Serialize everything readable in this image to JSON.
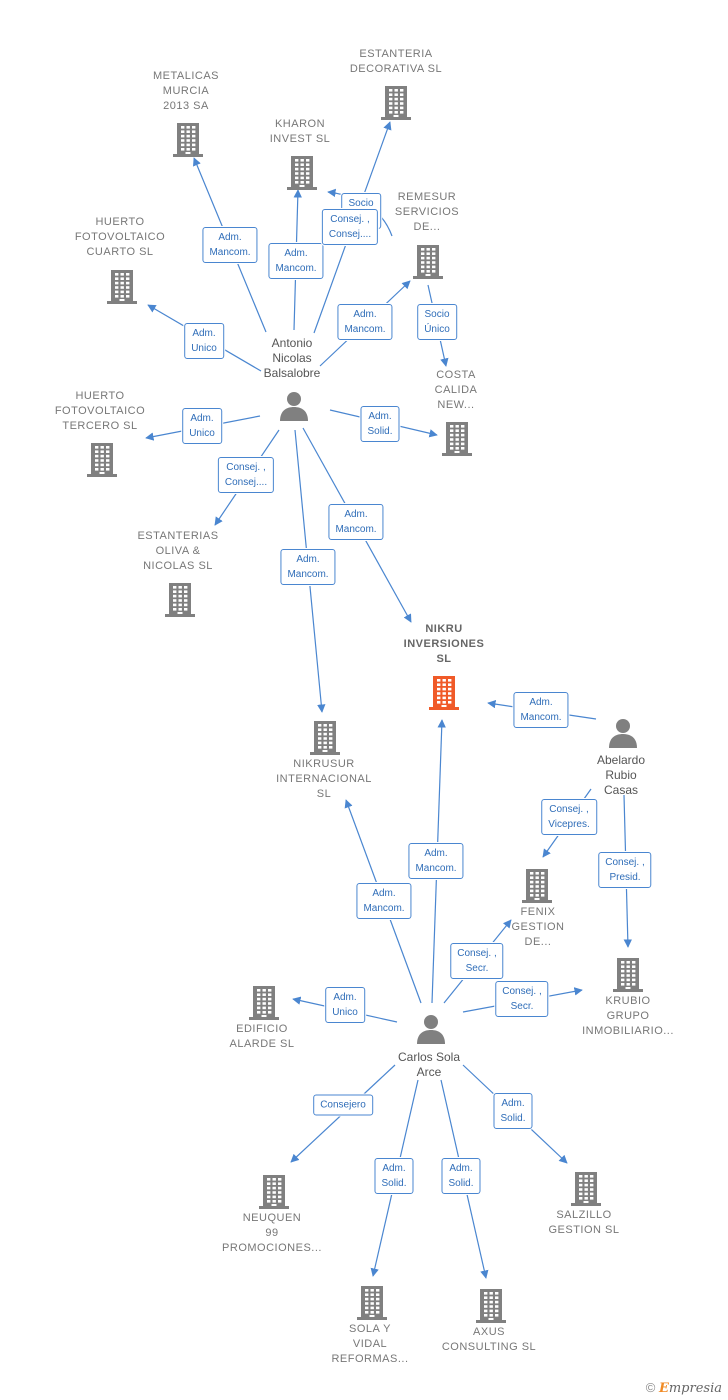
{
  "diagram": {
    "colors": {
      "edge": "#4a86d0",
      "building": "#808080",
      "building_primary": "#f05a28",
      "person": "#808080",
      "label_text": "#2f6db8"
    },
    "companies": [
      {
        "id": "estanteria-decorativa",
        "label": "ESTANTERIA\nDECORATIVA SL"
      },
      {
        "id": "metalicas-murcia",
        "label": "METALICAS\nMURCIA\n2013 SA"
      },
      {
        "id": "kharon-invest",
        "label": "KHARON\nINVEST  SL"
      },
      {
        "id": "remesur",
        "label": "REMESUR\nSERVICIOS\nDE..."
      },
      {
        "id": "huerto-cuarto",
        "label": "HUERTO\nFOTOVOLTAICO\nCUARTO  SL"
      },
      {
        "id": "costa-calida",
        "label": "COSTA\nCALIDA\nNEW..."
      },
      {
        "id": "huerto-tercero",
        "label": "HUERTO\nFOTOVOLTAICO\nTERCERO  SL"
      },
      {
        "id": "estanterias-oliva",
        "label": "ESTANTERIAS\nOLIVA &\nNICOLAS  SL"
      },
      {
        "id": "nikru",
        "label": "NIKRU\nINVERSIONES\nSL",
        "primary": true
      },
      {
        "id": "nikrusur",
        "label": "NIKRUSUR\nINTERNACIONAL\nSL"
      },
      {
        "id": "fenix",
        "label": "FENIX\nGESTION\nDE..."
      },
      {
        "id": "krubio",
        "label": "KRUBIO\nGRUPO\nINMOBILIARIO..."
      },
      {
        "id": "edificio-alarde",
        "label": "EDIFICIO\nALARDE  SL"
      },
      {
        "id": "neuquen",
        "label": "NEUQUEN\n99\nPROMOCIONES..."
      },
      {
        "id": "salzillo",
        "label": "SALZILLO\nGESTION SL"
      },
      {
        "id": "sola-vidal",
        "label": "SOLA Y\nVIDAL\nREFORMAS..."
      },
      {
        "id": "axus",
        "label": "AXUS\nCONSULTING SL"
      }
    ],
    "people": [
      {
        "id": "antonio",
        "label": "Antonio\nNicolas\nBalsalobre"
      },
      {
        "id": "abelardo",
        "label": "Abelardo\nRubio\nCasas"
      },
      {
        "id": "carlos",
        "label": "Carlos Sola\nArce"
      }
    ],
    "relations": [
      {
        "id": "r1",
        "from": "antonio",
        "to": "metalicas-murcia",
        "label": "Adm.\nMancom."
      },
      {
        "id": "r2",
        "from": "antonio",
        "to": "kharon-invest",
        "label": "Adm.\nMancom."
      },
      {
        "id": "r3",
        "from": "antonio",
        "to": "estanteria-decorativa",
        "label": "Socio\nÚnico"
      },
      {
        "id": "r4",
        "from": "antonio",
        "to": "kharon-invest",
        "label": "Consej. ,\nConsej...."
      },
      {
        "id": "r5",
        "from": "antonio",
        "to": "remesur",
        "label": "Adm.\nMancom."
      },
      {
        "id": "r6",
        "from": "remesur",
        "to": "costa-calida",
        "label": "Socio\nÚnico"
      },
      {
        "id": "r7",
        "from": "antonio",
        "to": "huerto-cuarto",
        "label": "Adm.\nUnico"
      },
      {
        "id": "r8",
        "from": "antonio",
        "to": "huerto-tercero",
        "label": "Adm.\nUnico"
      },
      {
        "id": "r9",
        "from": "antonio",
        "to": "costa-calida",
        "label": "Adm.\nSolid."
      },
      {
        "id": "r10",
        "from": "antonio",
        "to": "estanterias-oliva",
        "label": "Consej. ,\nConsej...."
      },
      {
        "id": "r11",
        "from": "antonio",
        "to": "nikru",
        "label": "Adm.\nMancom."
      },
      {
        "id": "r12",
        "from": "antonio",
        "to": "nikrusur",
        "label": "Adm.\nMancom."
      },
      {
        "id": "r13",
        "from": "abelardo",
        "to": "nikru",
        "label": "Adm.\nMancom."
      },
      {
        "id": "r14",
        "from": "abelardo",
        "to": "fenix",
        "label": "Consej. ,\nVicepres."
      },
      {
        "id": "r15",
        "from": "abelardo",
        "to": "krubio",
        "label": "Consej. ,\nPresid."
      },
      {
        "id": "r16",
        "from": "carlos",
        "to": "nikru",
        "label": "Adm.\nMancom."
      },
      {
        "id": "r17",
        "from": "carlos",
        "to": "nikrusur",
        "label": "Adm.\nMancom."
      },
      {
        "id": "r18",
        "from": "carlos",
        "to": "fenix",
        "label": "Consej. ,\nSecr."
      },
      {
        "id": "r19",
        "from": "carlos",
        "to": "krubio",
        "label": "Consej. ,\nSecr."
      },
      {
        "id": "r20",
        "from": "carlos",
        "to": "edificio-alarde",
        "label": "Adm.\nUnico"
      },
      {
        "id": "r21",
        "from": "carlos",
        "to": "neuquen",
        "label": "Consejero"
      },
      {
        "id": "r22",
        "from": "carlos",
        "to": "salzillo",
        "label": "Adm.\nSolid."
      },
      {
        "id": "r23",
        "from": "carlos",
        "to": "sola-vidal",
        "label": "Adm.\nSolid."
      },
      {
        "id": "r24",
        "from": "carlos",
        "to": "axus",
        "label": "Adm.\nSolid."
      }
    ]
  },
  "footer": {
    "copyright": "©",
    "brand_first": "E",
    "brand_rest": "mpresia"
  }
}
